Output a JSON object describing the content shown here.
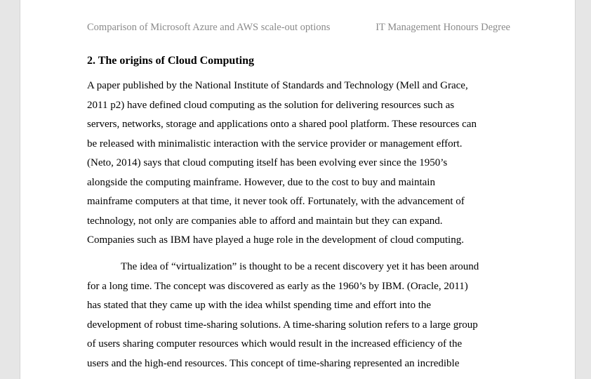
{
  "header": {
    "left": "Comparison of Microsoft Azure and AWS scale-out options",
    "right": "IT Management Honours Degree"
  },
  "heading": "2. The origins of Cloud Computing",
  "paragraphs": [
    {
      "lines": [
        "A paper published by the National Institute of Standards and Technology (Mell and Grace,",
        "2011 p2) have defined cloud computing as the solution for delivering resources such as",
        "servers, networks, storage and applications onto a shared pool platform. These resources can",
        "be released with minimalistic interaction with the service provider or management effort.",
        "(Neto, 2014) says that cloud computing itself has been evolving ever since the 1950’s",
        "alongside the computing mainframe. However, due to the cost to buy and maintain",
        "mainframe computers at that time, it never took off. Fortunately, with the advancement of",
        "technology, not only are companies able to afford and maintain but they can expand.",
        "Companies such as IBM have played a huge role in the development of cloud computing."
      ]
    },
    {
      "lines": [
        "The idea of “virtualization” is thought to be a recent discovery yet it has been around",
        "for a long time. The concept was discovered as early as the 1960’s by IBM. (Oracle, 2011)",
        "has stated that they came up with the idea whilst spending time and effort into the",
        "development of robust time-sharing solutions. A time-sharing solution refers to a large group",
        "of users sharing computer resources which would result in the increased efficiency of the",
        "users and the high-end resources. This concept of time-sharing represented an incredible"
      ]
    }
  ]
}
